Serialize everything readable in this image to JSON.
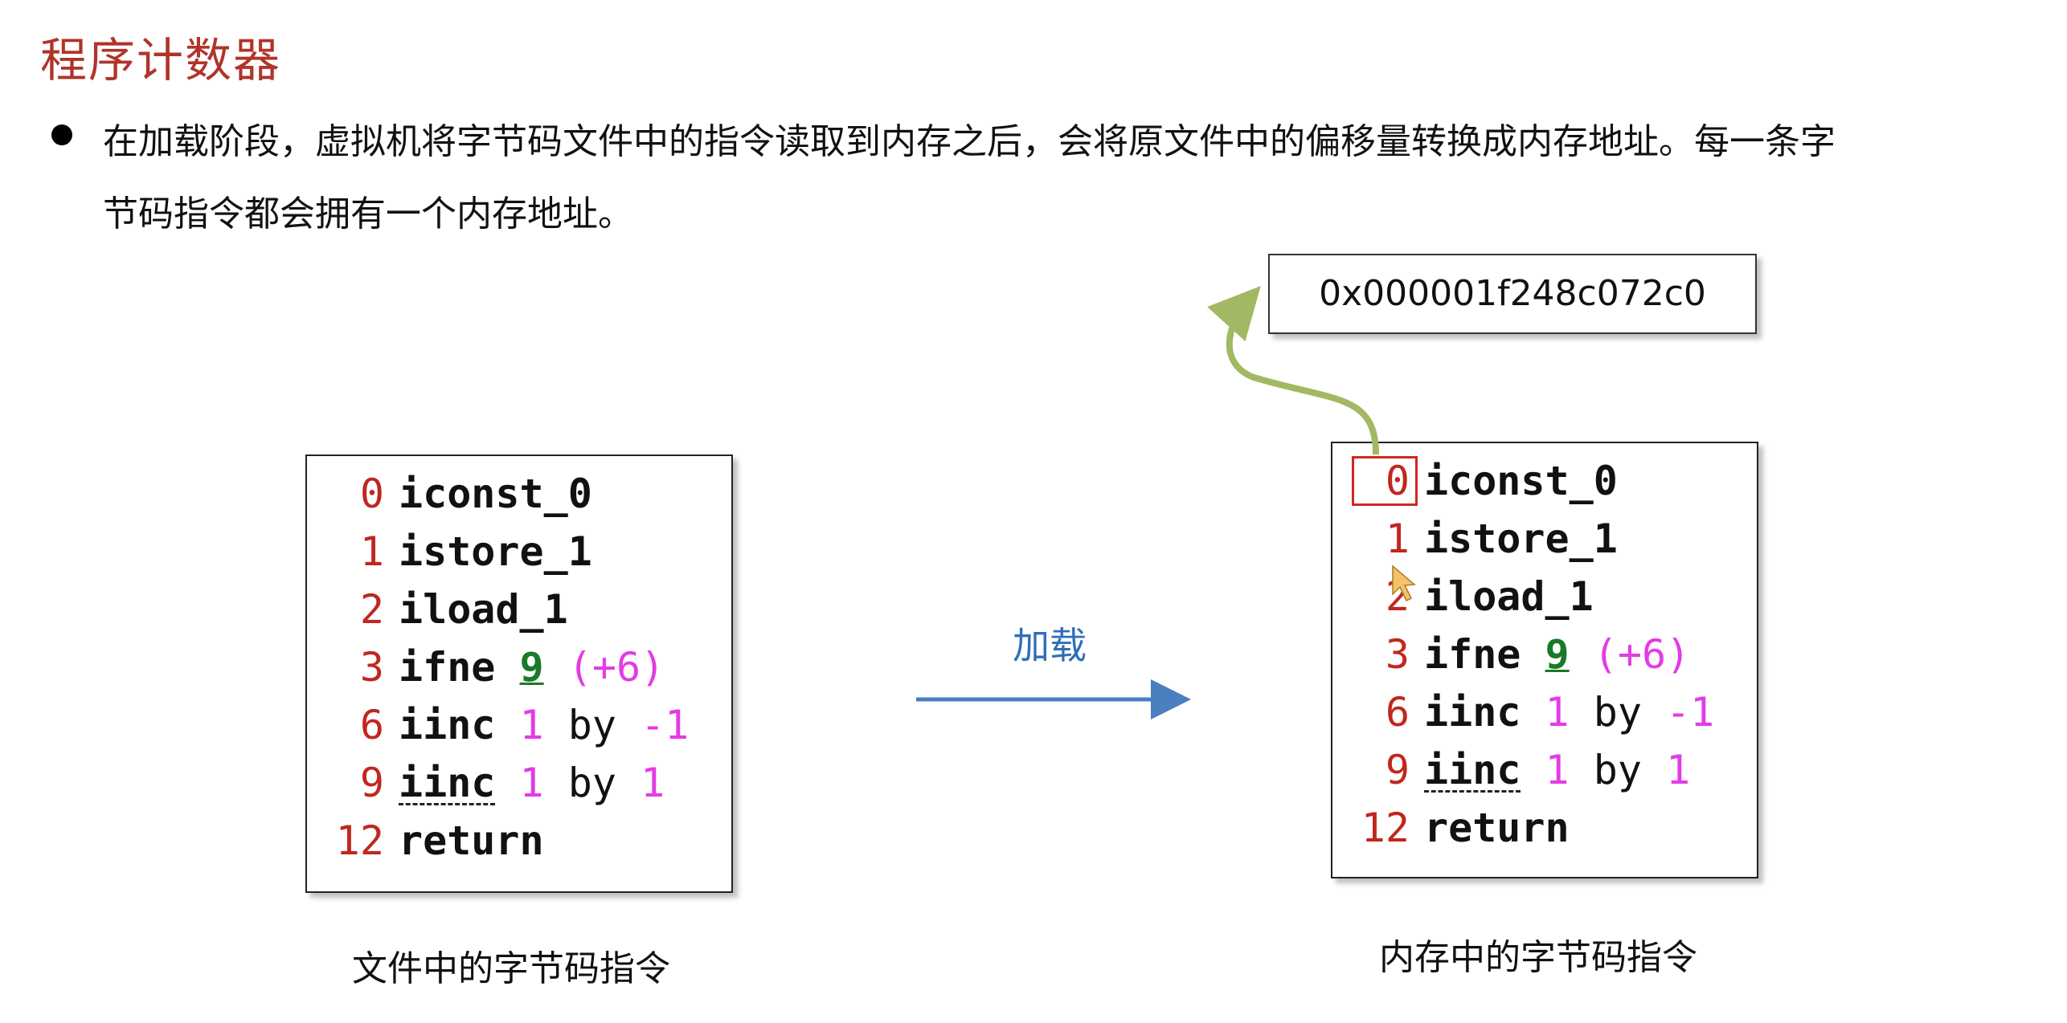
{
  "title": "程序计数器",
  "bullet": {
    "line1": "在加载阶段，虚拟机将字节码文件中的指令读取到内存之后，会将原文件中的偏移量转换成内存地址。每一条字",
    "line2": "节码指令都会拥有一个内存地址。"
  },
  "left_box": {
    "caption": "文件中的字节码指令",
    "lines": [
      {
        "offset": "0",
        "op": "iconst_0"
      },
      {
        "offset": "1",
        "op": "istore_1"
      },
      {
        "offset": "2",
        "op": "iload_1"
      },
      {
        "offset": "3",
        "op": "ifne",
        "target": "9",
        "extra": "(+6)"
      },
      {
        "offset": "6",
        "op": "iinc",
        "arg1": "1",
        "by": "by",
        "arg2": "-1"
      },
      {
        "offset": "9",
        "op": "iinc",
        "arg1": "1",
        "by": "by",
        "arg2": "1"
      },
      {
        "offset": "12",
        "op": "return"
      }
    ]
  },
  "right_box": {
    "caption": "内存中的字节码指令",
    "lines": [
      {
        "offset": "0",
        "op": "iconst_0"
      },
      {
        "offset": "1",
        "op": "istore_1"
      },
      {
        "offset": "2",
        "op": "iload_1"
      },
      {
        "offset": "3",
        "op": "ifne",
        "target": "9",
        "extra": "(+6)"
      },
      {
        "offset": "6",
        "op": "iinc",
        "arg1": "1",
        "by": "by",
        "arg2": "-1"
      },
      {
        "offset": "9",
        "op": "iinc",
        "arg1": "1",
        "by": "by",
        "arg2": "1"
      },
      {
        "offset": "12",
        "op": "return"
      }
    ]
  },
  "address": "0x000001f248c072c0",
  "load_label": "加载",
  "colors": {
    "title": "#b0342a",
    "offset": "#c0271f",
    "magenta": "#e33be6",
    "target": "#1a7a2a",
    "arrow_blue": "#4a7fc0",
    "curve_green": "#a3b862",
    "highlight": "#d4261f"
  }
}
